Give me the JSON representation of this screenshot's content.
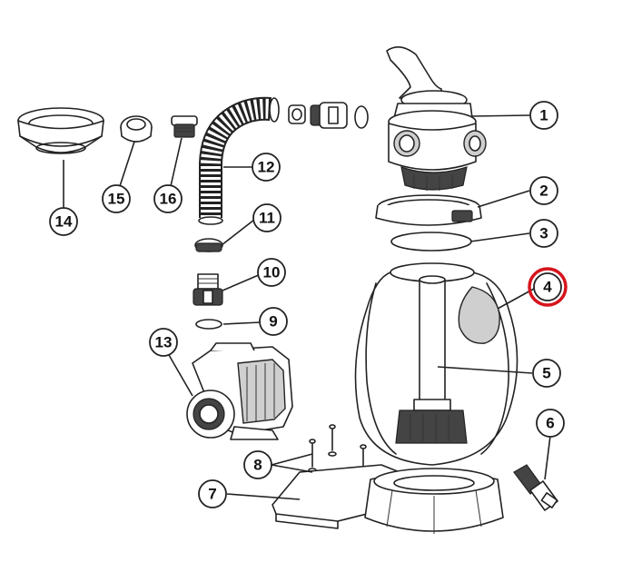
{
  "parts": [
    {
      "id": "1",
      "label": "1"
    },
    {
      "id": "2",
      "label": "2"
    },
    {
      "id": "3",
      "label": "3"
    },
    {
      "id": "4",
      "label": "4",
      "highlighted": true
    },
    {
      "id": "5",
      "label": "5"
    },
    {
      "id": "6",
      "label": "6"
    },
    {
      "id": "7",
      "label": "7"
    },
    {
      "id": "8",
      "label": "8"
    },
    {
      "id": "9",
      "label": "9"
    },
    {
      "id": "10",
      "label": "10"
    },
    {
      "id": "11",
      "label": "11"
    },
    {
      "id": "12",
      "label": "12"
    },
    {
      "id": "13",
      "label": "13"
    },
    {
      "id": "14",
      "label": "14"
    },
    {
      "id": "15",
      "label": "15"
    },
    {
      "id": "16",
      "label": "16"
    }
  ],
  "colors": {
    "highlight": "#d6141c",
    "line": "#222222",
    "background": "#ffffff"
  }
}
